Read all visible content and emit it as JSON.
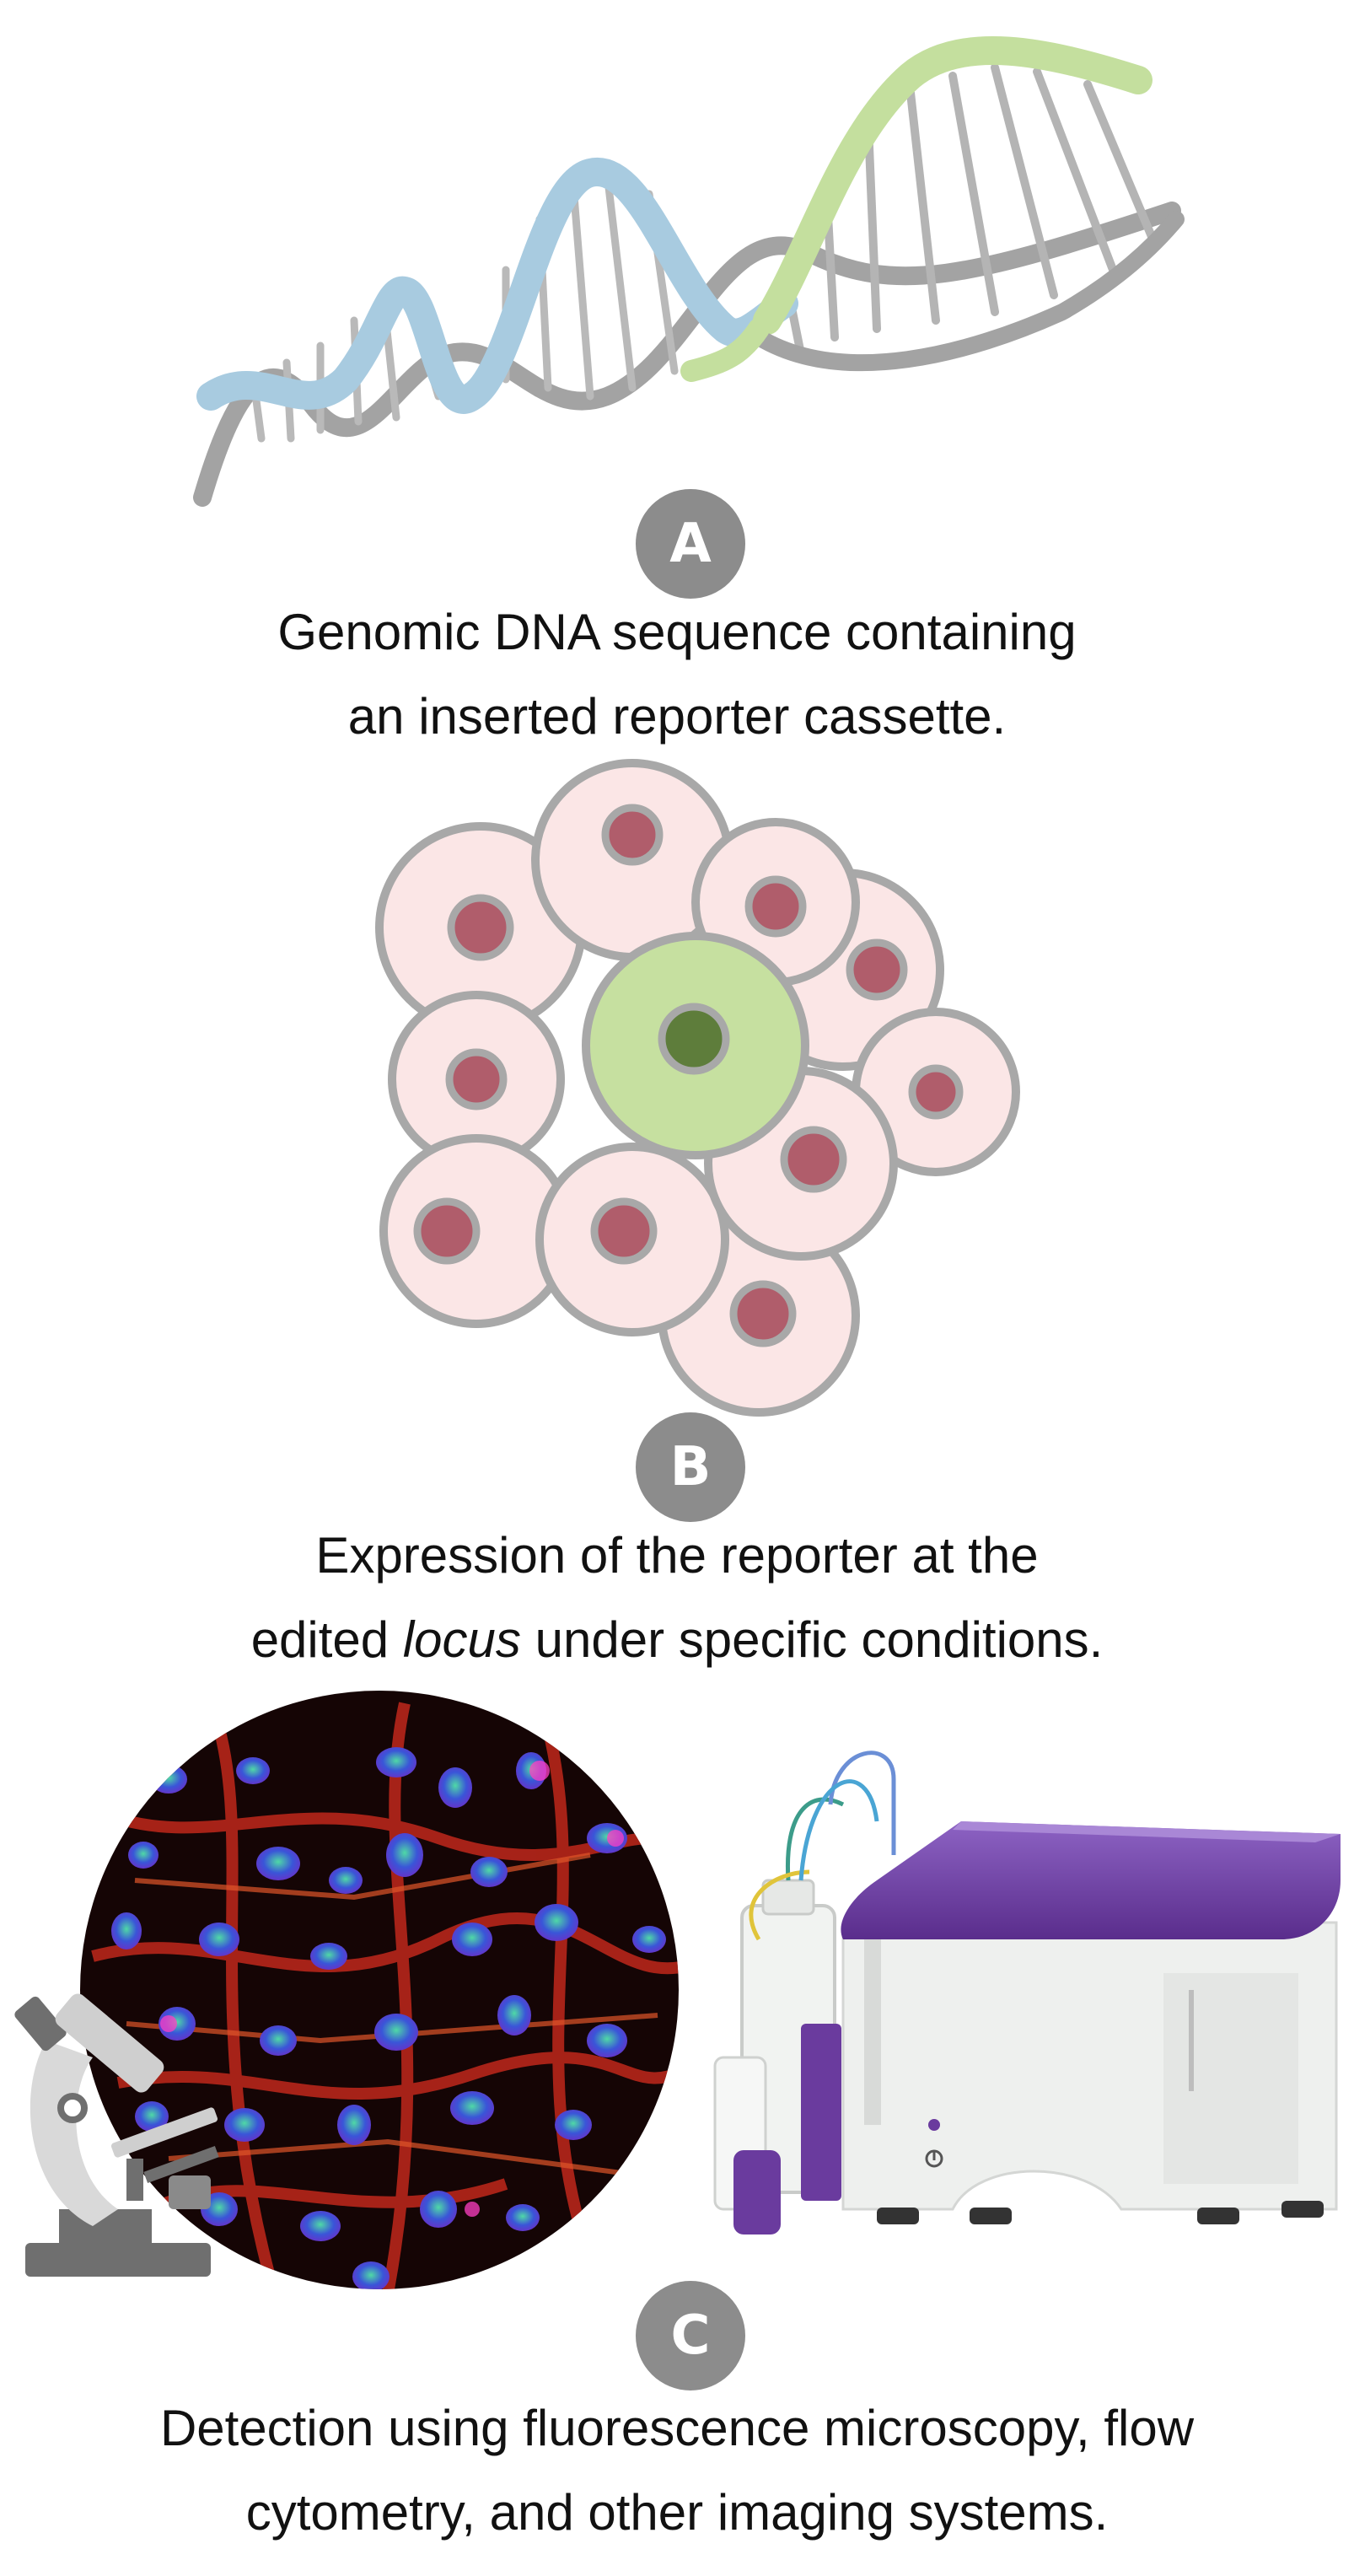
{
  "panels": [
    {
      "badge": "A",
      "caption_lines": [
        "Genomic DNA sequence containing",
        "an inserted reporter cassette."
      ],
      "illustration": "dna-double-helix",
      "colors": {
        "strand_blue": "#a8cbe0",
        "strand_green": "#c4df9e",
        "strand_gray": "#a3a3a3"
      }
    },
    {
      "badge": "B",
      "caption_line1": "Expression of the reporter at the",
      "caption_line2_pre": "edited ",
      "caption_line2_italic": "locus",
      "caption_line2_post": " under specific conditions.",
      "illustration": "cell-cluster-with-reporter-cell",
      "colors": {
        "cell_fill": "#fbe6e6",
        "cell_nucleus": "#b05d6b",
        "reporter_cell": "#c6e0a0",
        "reporter_nucleus": "#5e7d3b",
        "outline": "#a8a8a8"
      }
    },
    {
      "badge": "C",
      "caption_lines": [
        "Detection using fluorescence microscopy, flow",
        "cytometry, and other imaging systems."
      ],
      "illustrations": [
        "microscope-icon",
        "fluorescence-micrograph",
        "flow-cytometer"
      ],
      "colors": {
        "microscope": "#6f6f6f",
        "cytometer_lid": "#6a3b9e",
        "cytometer_body": "#eef0ee"
      }
    }
  ]
}
